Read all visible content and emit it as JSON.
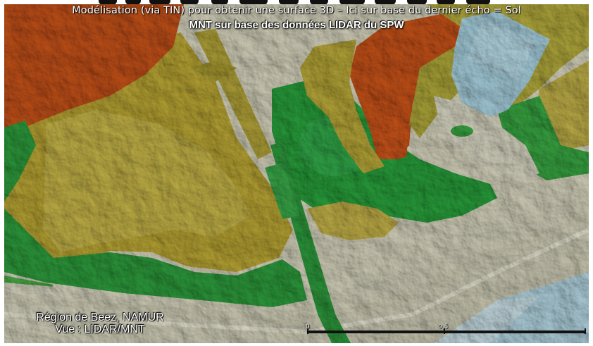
{
  "header": {
    "line1": "Modélisation (via TIN) pour obtenir une surface 3D – Ici sur base du dernier écho = Sol",
    "line2": "MNT sur base des données LIDAR du SPW"
  },
  "caption": {
    "region": "Région de Beez, NAMUR",
    "view": "Vue : LIDAR/MNT"
  },
  "scale": {
    "labels": [
      "0",
      "0,5"
    ]
  },
  "colors": {
    "elevation_high": "#c9541a",
    "elevation_mid_high": "#b8a632",
    "elevation_mid": "#c2b548",
    "elevation_low_green": "#2f9e3e",
    "elevation_lowest": "#d7d5bd",
    "water_blue": "#a9d2e0",
    "scalebar": "#111111"
  }
}
